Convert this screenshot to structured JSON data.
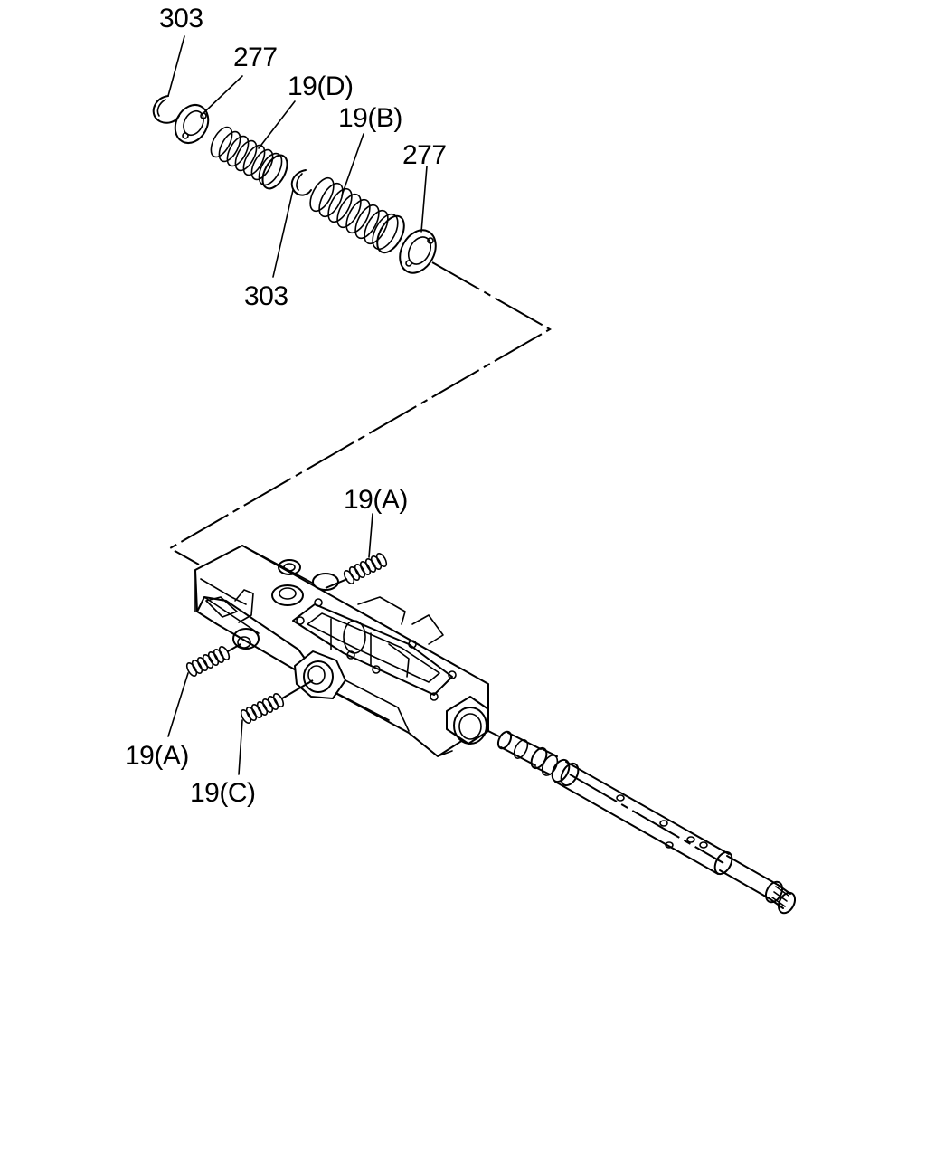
{
  "labels": {
    "snap_ring_top": "303",
    "retainer_top": "277",
    "spring_d": "19(D)",
    "spring_b": "19(B)",
    "retainer_right": "277",
    "snap_ring_mid": "303",
    "spring_a_upper": "19(A)",
    "spring_a_lower": "19(A)",
    "spring_c": "19(C)"
  }
}
